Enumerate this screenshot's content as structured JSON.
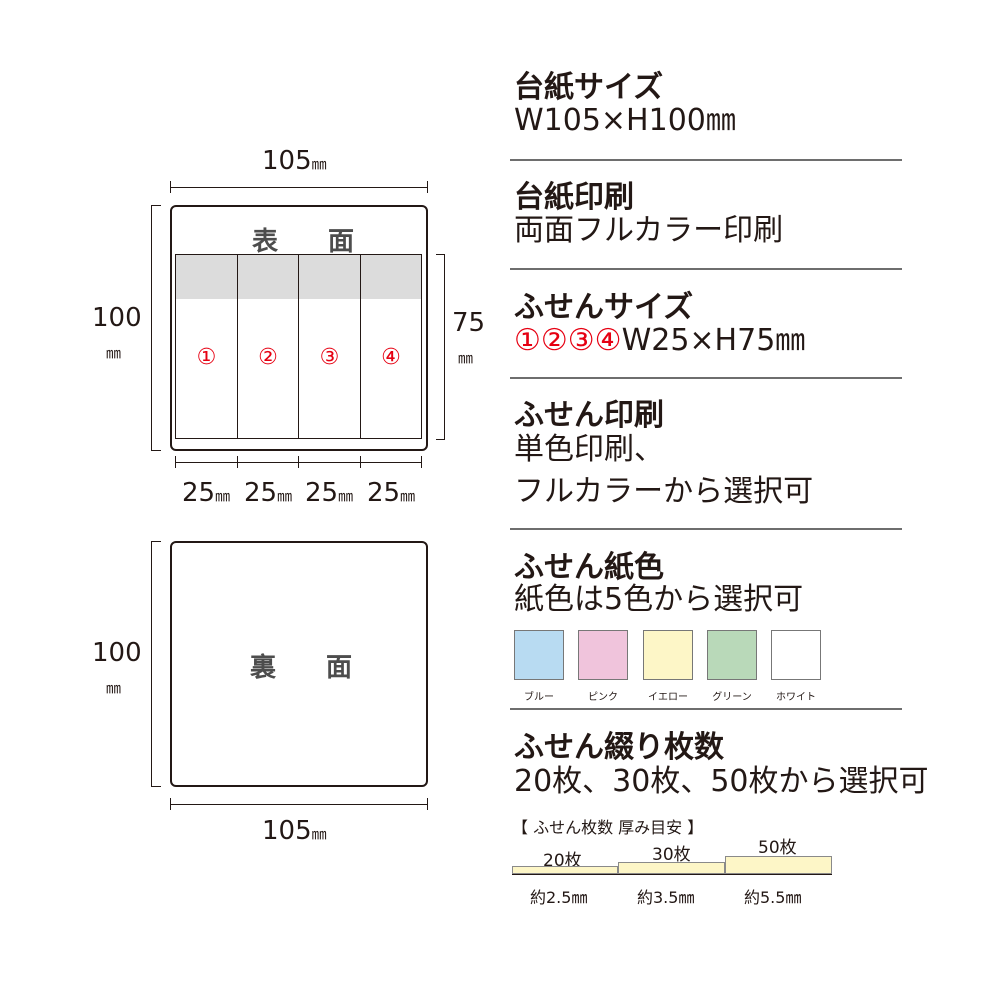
{
  "front": {
    "label": "表　面",
    "width_num": "105",
    "width_unit": "㎜",
    "height_num": "100",
    "height_unit": "㎜",
    "note_height_num": "75",
    "note_height_unit": "㎜",
    "notes": [
      {
        "num": "①",
        "width_num": "25",
        "width_unit": "㎜"
      },
      {
        "num": "②",
        "width_num": "25",
        "width_unit": "㎜"
      },
      {
        "num": "③",
        "width_num": "25",
        "width_unit": "㎜"
      },
      {
        "num": "④",
        "width_num": "25",
        "width_unit": "㎜"
      }
    ],
    "band_color": "#dcdcdc",
    "number_color": "#e60012"
  },
  "back": {
    "label": "裏　面",
    "width_num": "105",
    "width_unit": "㎜",
    "height_num": "100",
    "height_unit": "㎜"
  },
  "specs": {
    "mount_size": {
      "title": "台紙サイズ",
      "body": "W105×H100㎜"
    },
    "mount_print": {
      "title": "台紙印刷",
      "body": "両面フルカラー印刷"
    },
    "note_size": {
      "title": "ふせんサイズ",
      "nums": "①②③④",
      "body": "W25×H75㎜"
    },
    "note_print": {
      "title": "ふせん印刷",
      "body1": "単色印刷、",
      "body2": "フルカラーから選択可"
    },
    "note_color": {
      "title": "ふせん紙色",
      "body": "紙色は5色から選択可",
      "colors": [
        {
          "name": "ブルー",
          "hex": "#b8dbf2"
        },
        {
          "name": "ピンク",
          "hex": "#f0c4dc"
        },
        {
          "name": "イエロー",
          "hex": "#fdf6c7"
        },
        {
          "name": "グリーン",
          "hex": "#b9d9b9"
        },
        {
          "name": "ホワイト",
          "hex": "#ffffff"
        }
      ]
    },
    "note_count": {
      "title": "ふせん綴り枚数",
      "body": "20枚、30枚、50枚から選択可",
      "guide_title": "【 ふせん枚数 厚み目安 】",
      "stacks": [
        {
          "sheets": "20枚",
          "thickness": "約2.5㎜"
        },
        {
          "sheets": "30枚",
          "thickness": "約3.5㎜"
        },
        {
          "sheets": "50枚",
          "thickness": "約5.5㎜"
        }
      ]
    }
  }
}
